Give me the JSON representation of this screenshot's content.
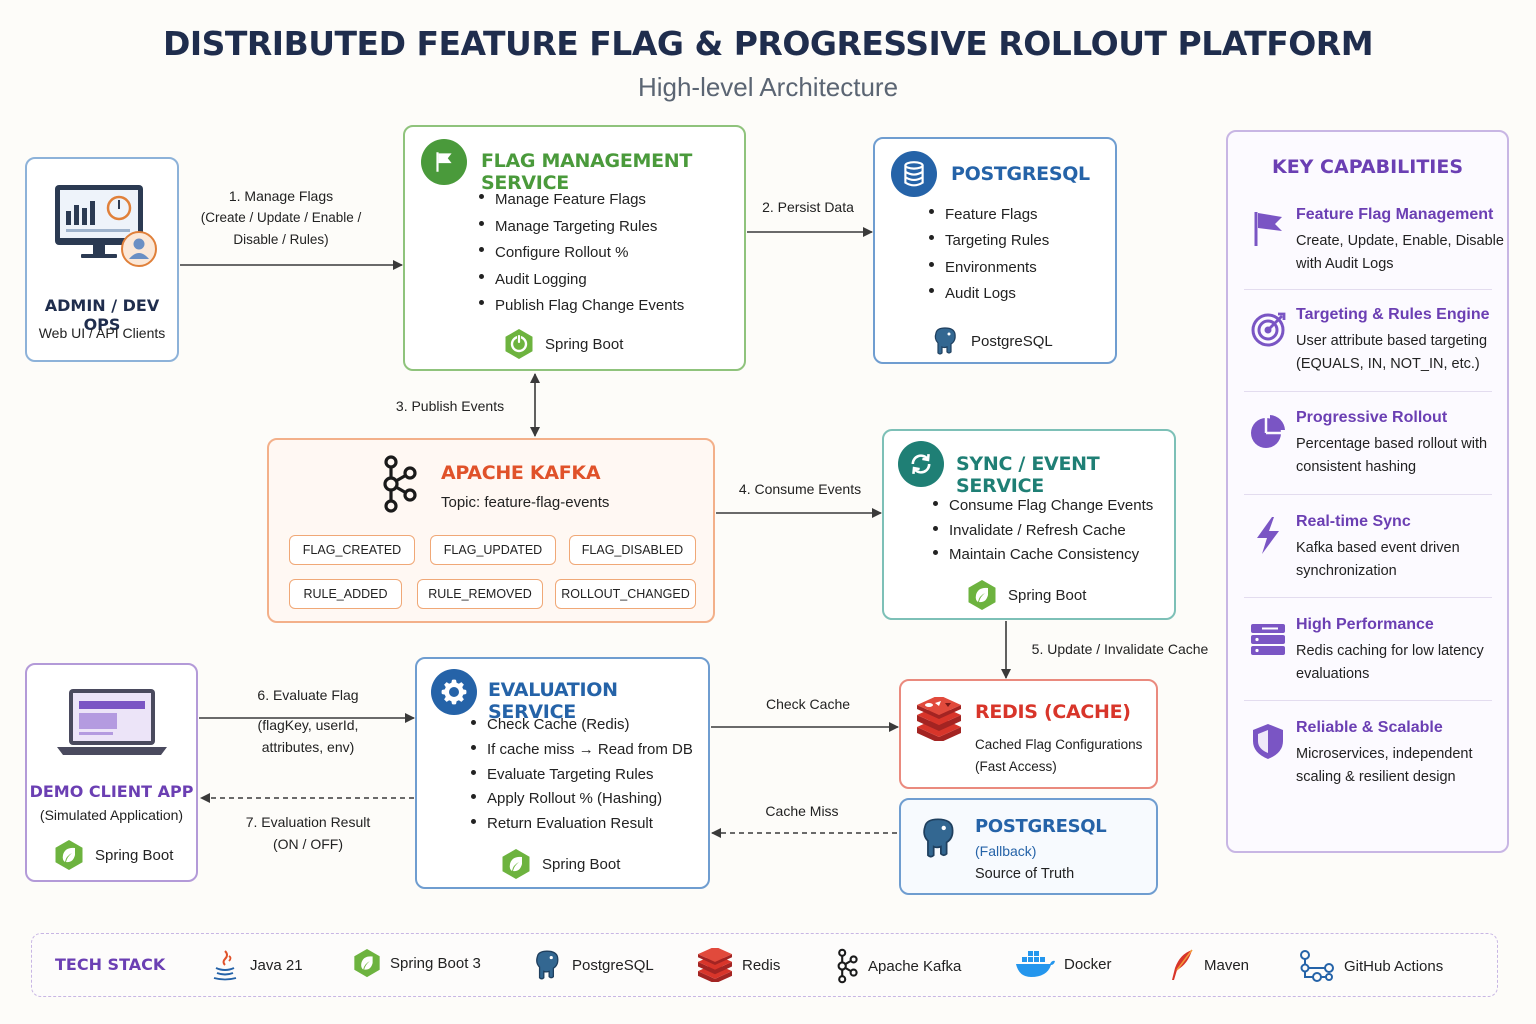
{
  "header": {
    "title": "DISTRIBUTED FEATURE FLAG & PROGRESSIVE ROLLOUT PLATFORM",
    "subtitle": "High-level Architecture"
  },
  "colors": {
    "navy": "#1f2d4d",
    "green": "#4a9a3b",
    "blue": "#2563a8",
    "orange": "#e0522a",
    "teal": "#1f7f75",
    "purple": "#6b3fb3",
    "red": "#d8352a"
  },
  "admin": {
    "title": "ADMIN / DEV OPS",
    "subtitle": "Web UI / API Clients"
  },
  "flag_mgmt": {
    "title": "FLAG MANAGEMENT SERVICE",
    "items": [
      "Manage Feature Flags",
      "Manage Targeting Rules",
      "Configure Rollout %",
      "Audit Logging",
      "Publish Flag Change Events"
    ],
    "footer": "Spring Boot"
  },
  "postgres": {
    "title": "POSTGRESQL",
    "items": [
      "Feature Flags",
      "Targeting Rules",
      "Environments",
      "Audit Logs"
    ],
    "footer": "PostgreSQL"
  },
  "kafka": {
    "title": "APACHE KAFKA",
    "topic": "Topic: feature-flag-events",
    "tags": [
      "FLAG_CREATED",
      "FLAG_UPDATED",
      "FLAG_DISABLED",
      "RULE_ADDED",
      "RULE_REMOVED",
      "ROLLOUT_CHANGED"
    ]
  },
  "sync": {
    "title": "SYNC / EVENT SERVICE",
    "items": [
      "Consume Flag Change Events",
      "Invalidate / Refresh Cache",
      "Maintain Cache Consistency"
    ],
    "footer": "Spring Boot"
  },
  "client": {
    "title": "DEMO CLIENT APP",
    "subtitle": "(Simulated Application)",
    "footer": "Spring Boot"
  },
  "eval": {
    "title": "EVALUATION SERVICE",
    "items": [
      "Check Cache (Redis)",
      "If cache miss → Read from DB",
      "Evaluate Targeting Rules",
      "Apply Rollout % (Hashing)",
      "Return Evaluation Result"
    ],
    "footer": "Spring Boot"
  },
  "redis": {
    "title": "REDIS (CACHE)",
    "line1": "Cached Flag Configurations",
    "line2": "(Fast Access)"
  },
  "pg_fallback": {
    "title": "POSTGRESQL",
    "line1": "(Fallback)",
    "line2": "Source of Truth"
  },
  "edges": {
    "e1_title": "1. Manage Flags",
    "e1_sub1": "(Create / Update / Enable /",
    "e1_sub2": "Disable / Rules)",
    "e2": "2. Persist Data",
    "e3": "3. Publish Events",
    "e4": "4. Consume Events",
    "e5": "5. Update / Invalidate Cache",
    "e6_title": "6. Evaluate Flag",
    "e6_sub1": "(flagKey, userId,",
    "e6_sub2": "attributes, env)",
    "e7_title": "7. Evaluation Result",
    "e7_sub": "(ON / OFF)",
    "check_cache": "Check Cache",
    "cache_miss": "Cache Miss"
  },
  "capabilities": {
    "title": "KEY CAPABILITIES",
    "items": [
      {
        "title": "Feature Flag Management",
        "desc": "Create, Update, Enable, Disable with Audit Logs",
        "icon": "flag-icon"
      },
      {
        "title": "Targeting & Rules Engine",
        "desc": "User attribute based targeting (EQUALS, IN, NOT_IN, etc.)",
        "icon": "target-icon"
      },
      {
        "title": "Progressive Rollout",
        "desc": "Percentage based rollout with consistent hashing",
        "icon": "pie-chart-icon"
      },
      {
        "title": "Real-time Sync",
        "desc": "Kafka based event driven synchronization",
        "icon": "lightning-icon"
      },
      {
        "title": "High Performance",
        "desc": "Redis caching for low latency evaluations",
        "icon": "server-icon"
      },
      {
        "title": "Reliable & Scalable",
        "desc": "Microservices, independent scaling & resilient design",
        "icon": "shield-icon"
      }
    ]
  },
  "techstack": {
    "label": "TECH STACK",
    "items": [
      "Java 21",
      "Spring Boot 3",
      "PostgreSQL",
      "Redis",
      "Apache Kafka",
      "Docker",
      "Maven",
      "GitHub Actions"
    ]
  }
}
